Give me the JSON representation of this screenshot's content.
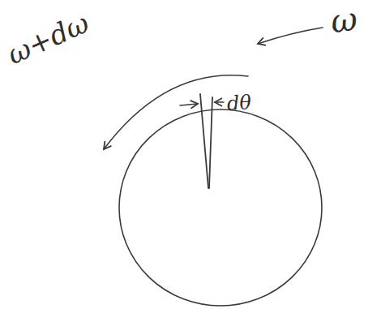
{
  "diagram": {
    "labels": [
      "ω+dω",
      "ω",
      "dθ"
    ]
  }
}
